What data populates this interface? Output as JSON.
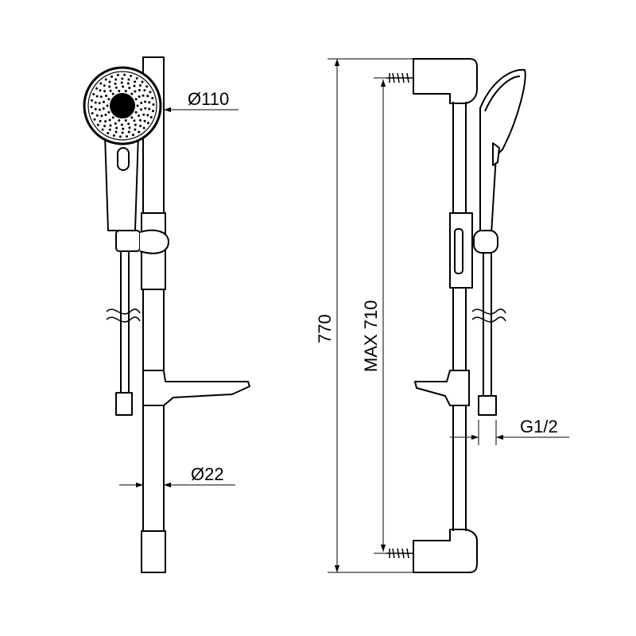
{
  "labels": {
    "head_diameter": "Ø110",
    "rail_diameter": "Ø22",
    "total_height": "770",
    "max_height": "MAX 710",
    "thread_size": "G1/2"
  },
  "colors": {
    "stroke": "#000000",
    "background": "#ffffff"
  }
}
